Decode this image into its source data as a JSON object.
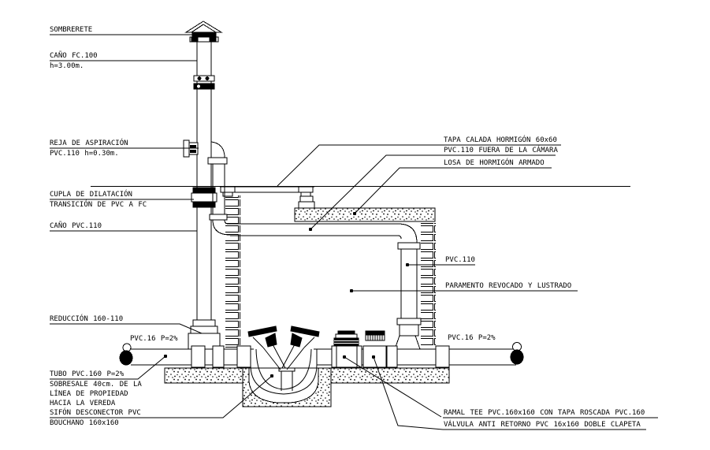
{
  "drawing": {
    "type": "sanitary-installation-section",
    "language": "es",
    "colors": {
      "line": "#000000",
      "background": "#ffffff"
    }
  },
  "labels": {
    "sombrerete": "SOMBRERETE",
    "cano_fc_100": "CAÑO FC.100",
    "cano_fc_100_h": "h=3.00m.",
    "reja_1": "REJA DE ASPIRACIÓN",
    "reja_2": "PVC.110 h=0.30m.",
    "cupla_1": "CUPLA DE DILATACIÓN",
    "cupla_2": "TRANSICIÓN DE PVC A FC",
    "cano_pvc_110": "CAÑO PVC.110",
    "reduccion": "REDUCCIÓN 160-110",
    "pvc16_left": "PVC.16 P=2%",
    "tubo_1": "TUBO PVC.160 P=2%",
    "tubo_2": "SOBRESALE 40cm. DE LA",
    "tubo_3": "LÍNEA DE PROPIEDAD",
    "tubo_4": "HACIA LA VEREDA",
    "sifon_1": "SIFÓN DESCONECTOR PVC",
    "sifon_2": "BOUCHANO 160x160",
    "tapa": "TAPA CALADA HORMIGÓN 60x60",
    "pvc110_fuera": "PVC.110 FUERA DE LA CÁMARA",
    "losa": "LOSA DE HORMIGÓN ARMADO",
    "pvc110_right": "PVC.110",
    "paramento": "PARAMENTO REVOCADO Y LUSTRADO",
    "pvc16_right": "PVC.16 P=2%",
    "ramal": "RAMAL TEE PVC.160x160 CON TAPA ROSCADA PVC.160",
    "valvula": "VÁLVULA ANTI RETORNO PVC 16x160 DOBLE CLAPETA"
  }
}
